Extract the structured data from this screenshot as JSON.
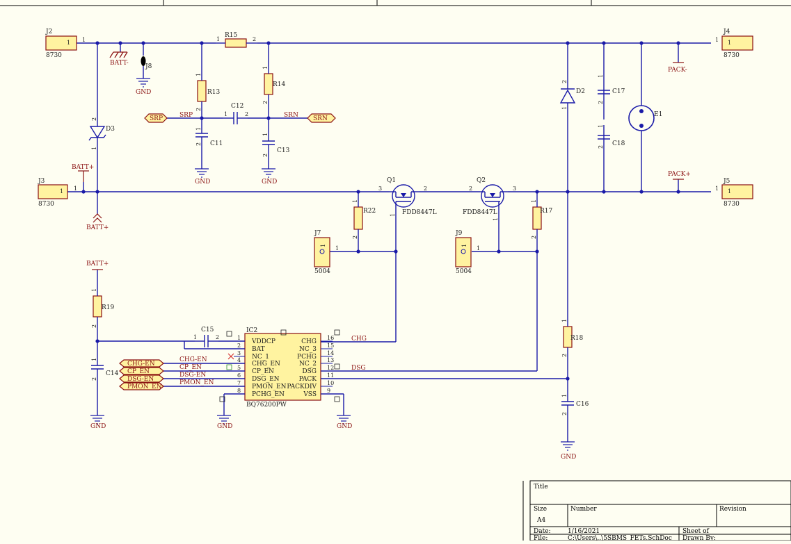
{
  "connectors": {
    "J2": {
      "des": "J2",
      "pin": "1",
      "val": "8730"
    },
    "J3": {
      "des": "J3",
      "pin": "1",
      "val": "8730"
    },
    "J4": {
      "des": "J4",
      "pin": "1",
      "val": "8730"
    },
    "J5": {
      "des": "J5",
      "pin": "1",
      "val": "8730"
    },
    "J7": {
      "des": "J7",
      "pin": "1",
      "val": "5004"
    },
    "J8": {
      "des": "J8"
    },
    "J9": {
      "des": "J9",
      "pin": "1",
      "val": "5004"
    }
  },
  "resistors": {
    "R13": "R13",
    "R14": "R14",
    "R15": "R15",
    "R17": "R17",
    "R18": "R18",
    "R19": "R19",
    "R22": "R22"
  },
  "capacitors": {
    "C11": "C11",
    "C12": "C12",
    "C13": "C13",
    "C14": "C14",
    "C15": "C15",
    "C16": "C16",
    "C17": "C17",
    "C18": "C18"
  },
  "diodes": {
    "D2": "D2",
    "D3": "D3"
  },
  "fuse": {
    "E1": "E1"
  },
  "transistors": {
    "Q1": {
      "des": "Q1",
      "val": "FDD8447L"
    },
    "Q2": {
      "des": "Q2",
      "val": "FDD8447L"
    }
  },
  "pin_numbers": {
    "one": "1",
    "two": "2",
    "three": "3"
  },
  "power_ports": {
    "gnd": "GND",
    "batt_minus": "BATT-",
    "batt_plus": "BATT+",
    "pack_minus": "PACK-",
    "pack_plus": "PACK+"
  },
  "net_labels": {
    "srp": "SRP",
    "srn": "SRN",
    "chg": "CHG",
    "dsg": "DSG",
    "chg_en": "CHG-EN",
    "cp_en": "CP_EN",
    "dsg_en": "DSG-EN",
    "pmon_en": "PMON_EN"
  },
  "ports": {
    "srp": "SRP",
    "srn": "SRN",
    "chg_en": "CHG-EN",
    "cp_en": "CP_EN",
    "dsg_en": "DSG-EN",
    "pmon_en": "PMON_EN"
  },
  "ic": {
    "des": "IC2",
    "val": "BQ76200PW",
    "left_pins": [
      {
        "num": "1",
        "name": "VDDCP"
      },
      {
        "num": "2",
        "name": "BAT"
      },
      {
        "num": "3",
        "name": "NC_1"
      },
      {
        "num": "4",
        "name": "CHG_EN"
      },
      {
        "num": "5",
        "name": "CP_EN"
      },
      {
        "num": "6",
        "name": "DSG_EN"
      },
      {
        "num": "7",
        "name": "PMON_EN"
      },
      {
        "num": "8",
        "name": "PCHG_EN"
      }
    ],
    "right_pins": [
      {
        "num": "16",
        "name": "CHG"
      },
      {
        "num": "15",
        "name": "NC_3"
      },
      {
        "num": "14",
        "name": "PCHG"
      },
      {
        "num": "13",
        "name": "NC_2"
      },
      {
        "num": "12",
        "name": "DSG"
      },
      {
        "num": "11",
        "name": "PACK"
      },
      {
        "num": "10",
        "name": "PACKDIV"
      },
      {
        "num": "9",
        "name": "VSS"
      }
    ]
  },
  "title_block": {
    "title_label": "Title",
    "size_label": "Size",
    "size_value": "A4",
    "number_label": "Number",
    "revision_label": "Revision",
    "date_label": "Date:",
    "date_value": "1/16/2021",
    "sheet_label": "Sheet  of",
    "file_label": "File:",
    "file_value": "C:\\Users\\..\\5SBMS_FETs.SchDoc",
    "drawn_label": "Drawn By:"
  }
}
